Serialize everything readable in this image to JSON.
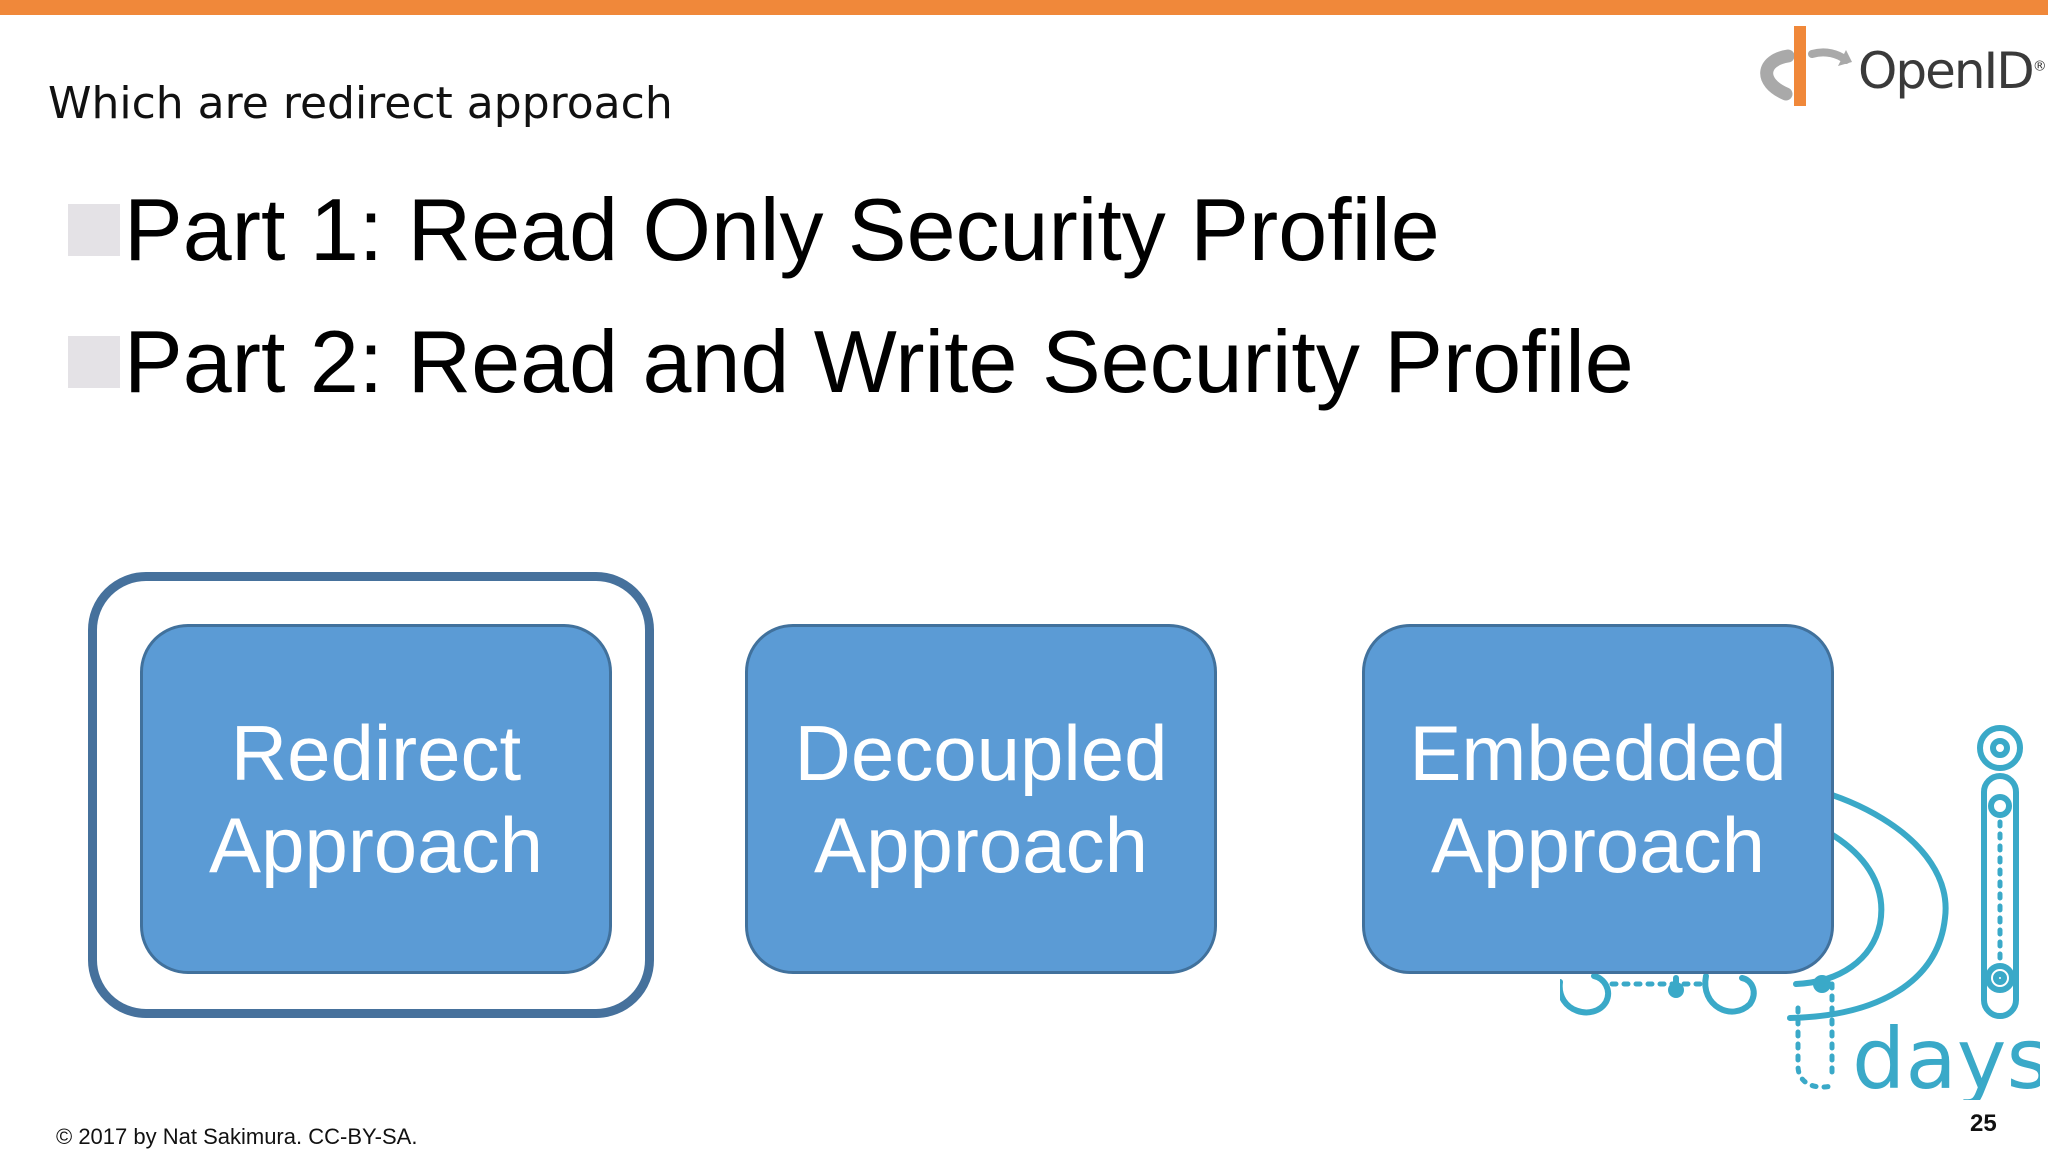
{
  "slide": {
    "title": "Which are redirect approach",
    "logo": {
      "name": "OpenID",
      "mark": "®"
    },
    "bullets": [
      "Part 1: Read Only Security Profile",
      "Part 2: Read and Write Security Profile"
    ],
    "approaches": [
      {
        "line1": "Redirect",
        "line2": "Approach",
        "highlighted": true
      },
      {
        "line1": "Decoupled",
        "line2": "Approach",
        "highlighted": false
      },
      {
        "line1": "Embedded",
        "line2": "Approach",
        "highlighted": false
      }
    ],
    "decoration": {
      "word": "days",
      "icon": "id-days-illustration"
    },
    "footer": {
      "copyright": "© 2017 by Nat Sakimura. CC-BY-SA.",
      "page_number": "25"
    },
    "colors": {
      "top_bar": "#f0883a",
      "box_fill": "#5b9bd5",
      "box_border": "#41719c",
      "highlight_border": "#46719c",
      "bullet_marker": "#e4e2e6",
      "days_accent": "#3aa9c8"
    }
  }
}
